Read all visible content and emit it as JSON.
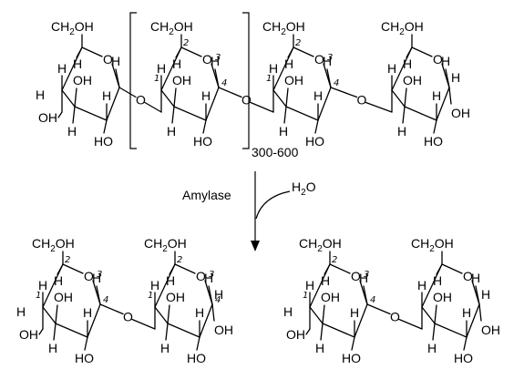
{
  "labels": {
    "ch2oh": "CH",
    "ch2oh_sub": "2",
    "ch2oh_end": "OH",
    "h": "H",
    "oh": "OH",
    "ho": "HO",
    "o": "O",
    "repeat": "300-600",
    "enzyme": "Amylase",
    "water_h": "H",
    "water_sub": "2",
    "water_o": "O"
  },
  "annotations": [
    "1",
    "2",
    "3",
    "4"
  ]
}
